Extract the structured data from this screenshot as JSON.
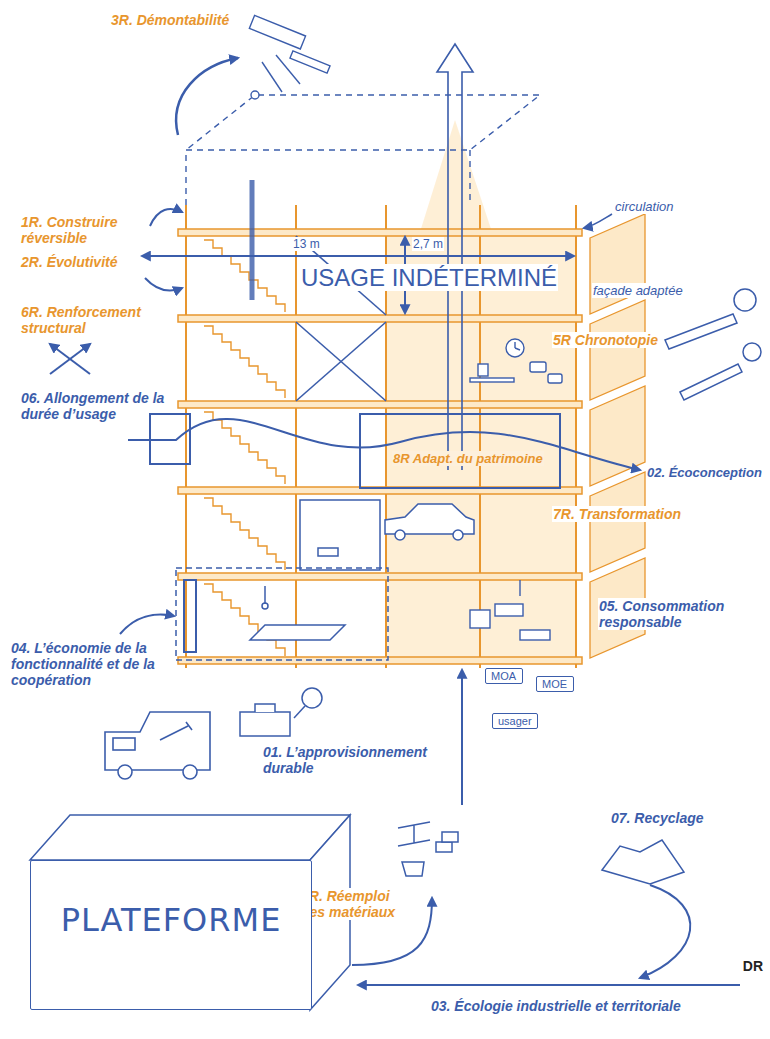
{
  "diagram": {
    "nodes": [
      {
        "text": [
          "PLATEFORME"
        ]
      },
      {
        "text": [
          "MOA"
        ]
      },
      {
        "text": [
          "MOE"
        ]
      },
      {
        "text": [
          "usager"
        ]
      }
    ],
    "labels": [
      "3R. Démontabilité",
      "circulation",
      "1R. Construire réversible",
      "2R. Évolutivité",
      "13 m",
      "2,7 m",
      "USAGE INDÉTERMINÉ",
      "façade adaptée",
      "6R. Renforcement structural",
      "5R Chronotopie",
      "06. Allongement de la durée d’usage",
      "02. Écoconception",
      "8R Adapt. du patrimoine",
      "7R. Transformation",
      "05. Consommation responsable",
      "04. L’économie de la fonctionnalité et de la coopération",
      "01. L’approvisionnement durable",
      "4R. Réemploi des matériaux",
      "07. Recyclage",
      "03. Écologie industrielle et territoriale",
      "DR"
    ]
  }
}
